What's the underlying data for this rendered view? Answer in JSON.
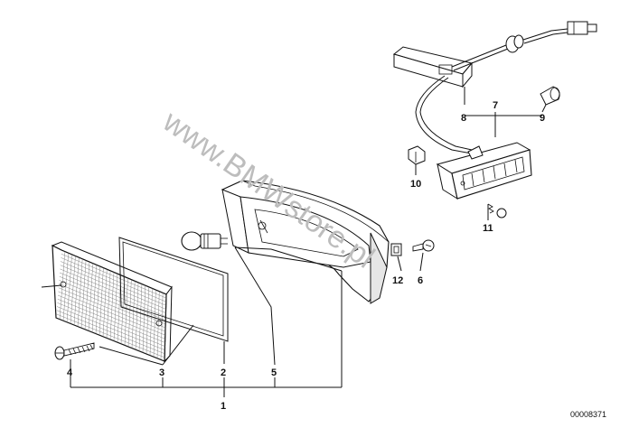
{
  "watermark": "www.BMWstore.pl",
  "reference_code": "00008371",
  "part_numbers": {
    "p1": "1",
    "p2": "2",
    "p3": "3",
    "p4": "4",
    "p5": "5",
    "p6": "6",
    "p7": "7",
    "p8": "8",
    "p9": "9",
    "p10": "10",
    "p11": "11",
    "p12": "12"
  },
  "icons": [
    "lens-icon",
    "gasket-icon",
    "screw-icon",
    "bulb-icon",
    "housing-icon",
    "cable-connector-icon",
    "side-marker-lamp-icon",
    "clip-icon",
    "nut-icon"
  ]
}
